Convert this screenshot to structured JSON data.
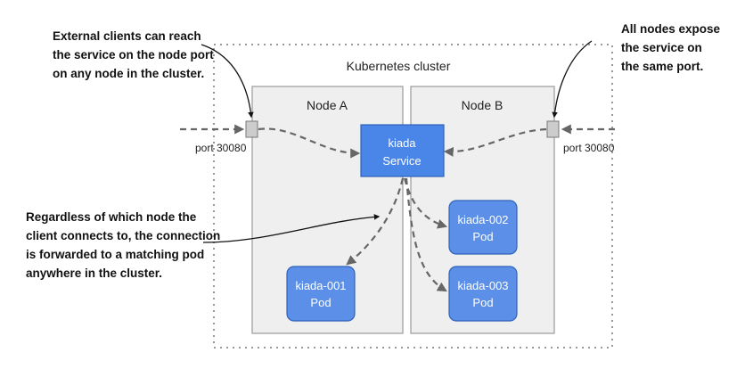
{
  "cluster": {
    "label": "Kubernetes cluster"
  },
  "nodes": [
    {
      "label": "Node A"
    },
    {
      "label": "Node B"
    }
  ],
  "ports": [
    {
      "label": "port 30080"
    },
    {
      "label": "port 30080"
    }
  ],
  "service": {
    "line1": "kiada",
    "line2": "Service"
  },
  "pods": [
    {
      "line1": "kiada-001",
      "line2": "Pod"
    },
    {
      "line1": "kiada-002",
      "line2": "Pod"
    },
    {
      "line1": "kiada-003",
      "line2": "Pod"
    }
  ],
  "callouts": {
    "top_left": [
      "External clients can reach",
      "the service on the node port",
      "on any node in the cluster."
    ],
    "top_right": [
      "All nodes expose",
      "the service on",
      "the same port."
    ],
    "bottom_left": [
      "Regardless of which node the",
      "client connects to, the connection",
      "is forwarded to a matching pod",
      "anywhere in the cluster."
    ]
  },
  "colors": {
    "node_fill": "#efefef",
    "node_border": "#9a9a9a",
    "service_fill": "#4a86e8",
    "service_border": "#2f62b8",
    "pod_fill": "#5b8fe8",
    "pod_border": "#2f62b8",
    "port_fill": "#cccccc",
    "dash_arrow": "#666666",
    "cluster_border": "#999999"
  }
}
